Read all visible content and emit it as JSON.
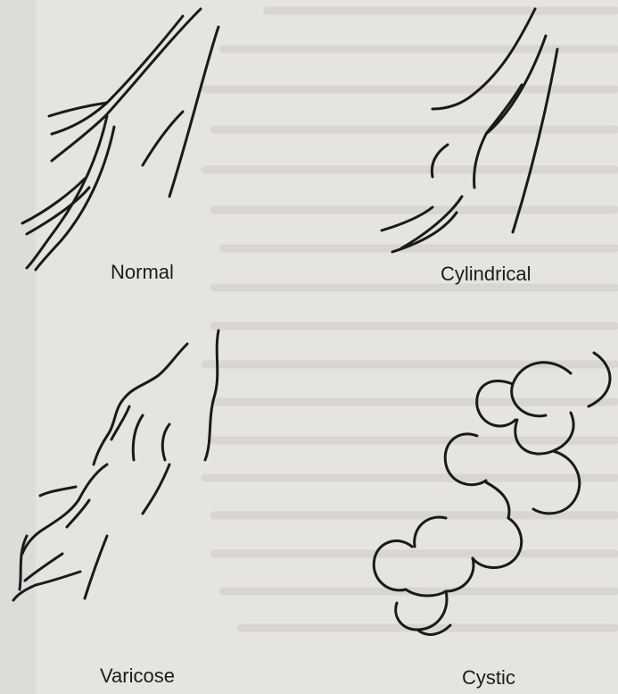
{
  "panels": [
    {
      "label": "Normal"
    },
    {
      "label": "Cylindrical"
    },
    {
      "label": "Varicose"
    },
    {
      "label": "Cystic"
    }
  ]
}
